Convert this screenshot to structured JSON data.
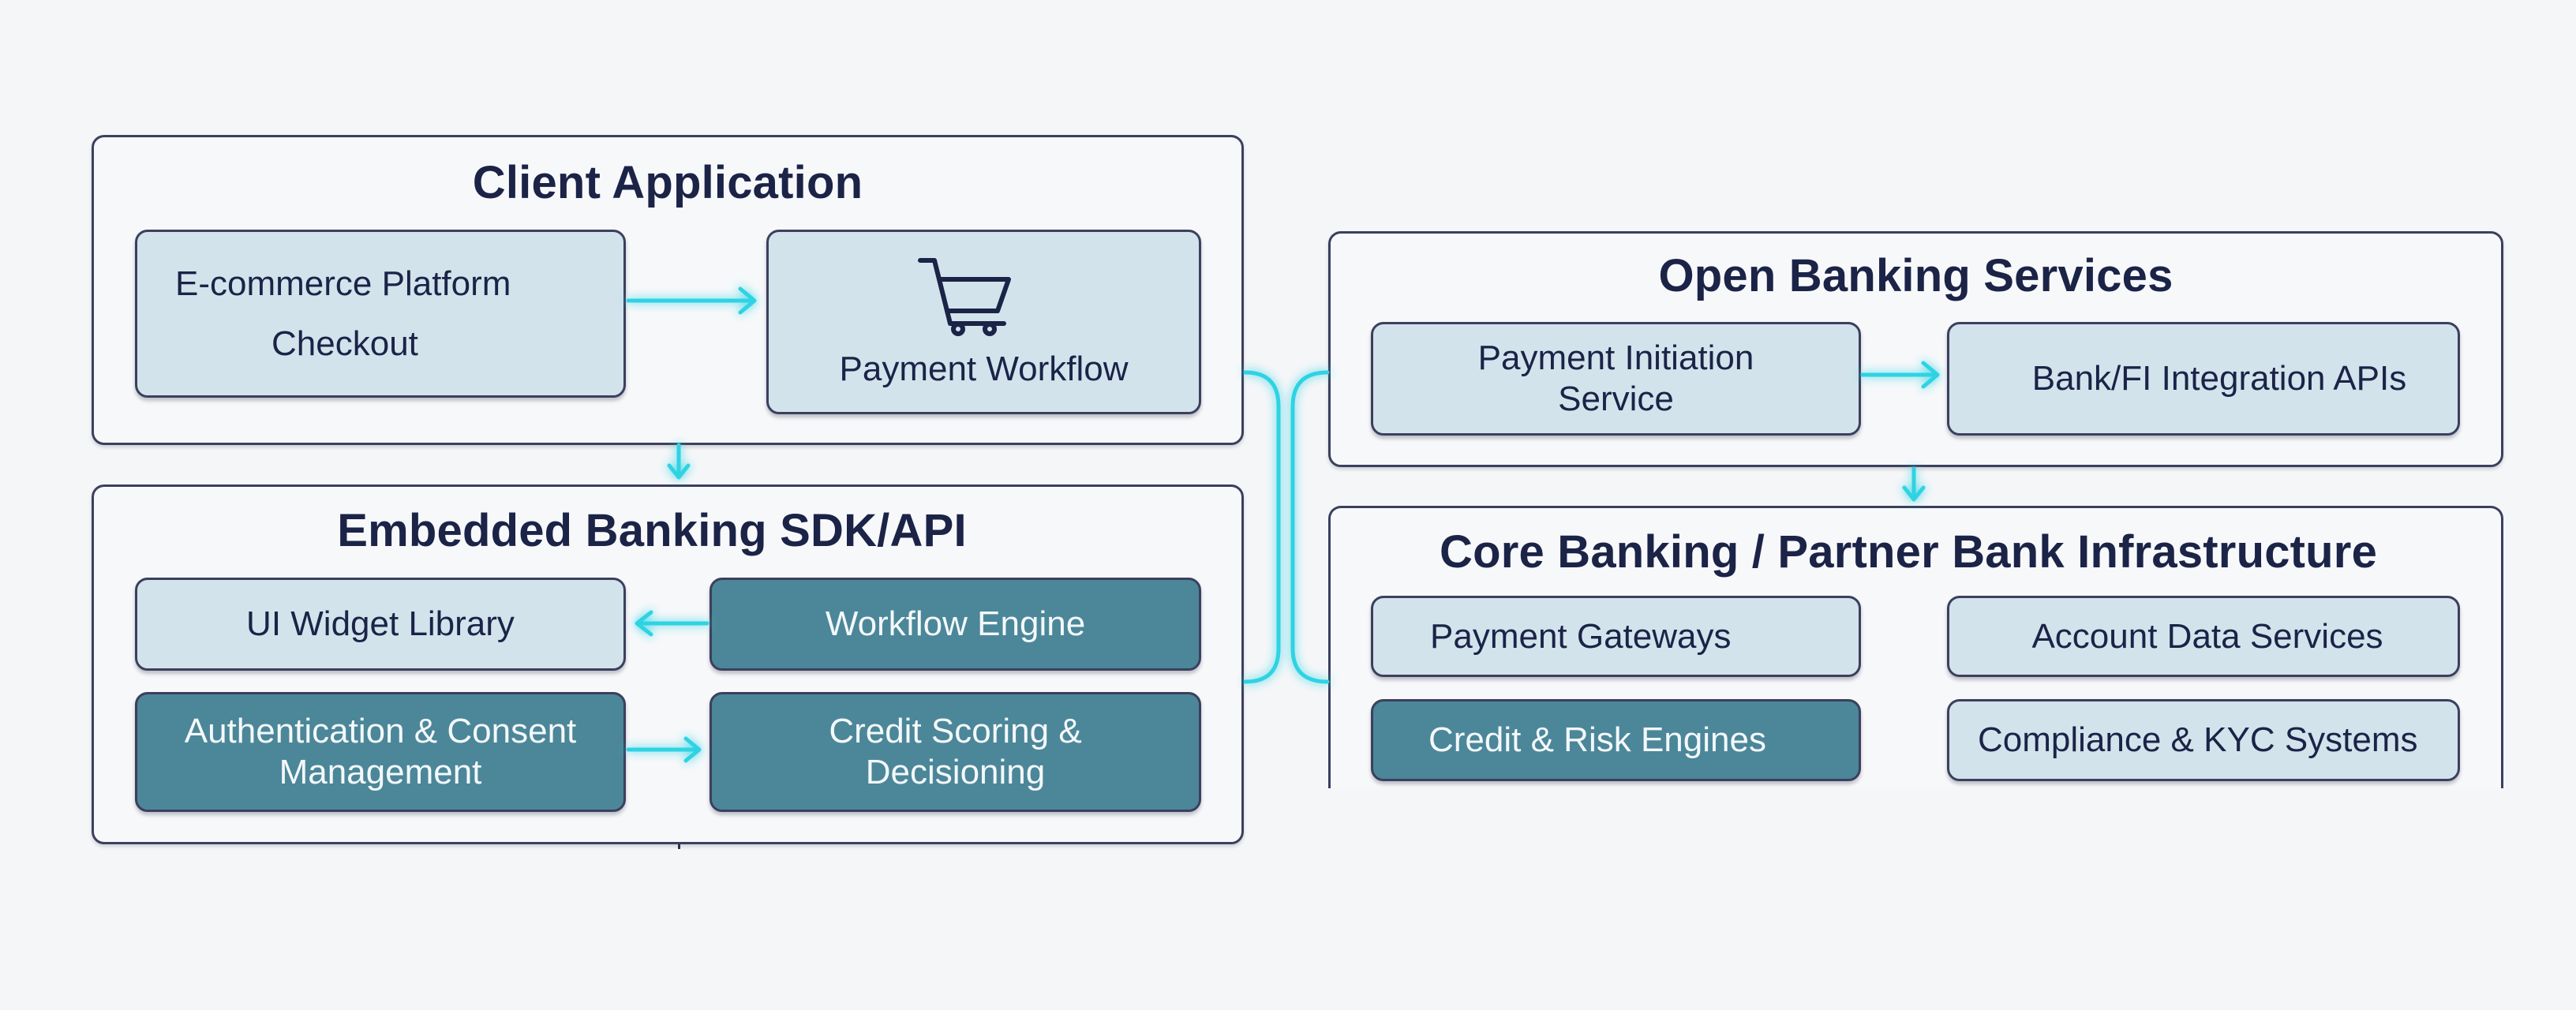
{
  "colors": {
    "background": "#f5f6f8",
    "panel_border": "#3b405e",
    "text_dark": "#1b2347",
    "box_light": "#d3e3ec",
    "box_dark": "#4b8799",
    "connector": "#2fd3e3"
  },
  "client_application": {
    "title": "Client Application",
    "boxes": [
      {
        "id": "ecommerce",
        "lines": [
          "E-commerce Platform",
          "Checkout"
        ],
        "style": "light"
      },
      {
        "id": "payment_workflow",
        "lines": [
          "Payment Workflow"
        ],
        "style": "light",
        "icon": "shopping-cart-icon"
      }
    ]
  },
  "embedded_banking": {
    "title": "Embedded Banking SDK/API",
    "boxes": [
      {
        "id": "ui_widget",
        "lines": [
          "UI Widget Library"
        ],
        "style": "light"
      },
      {
        "id": "workflow_engine",
        "lines": [
          "Workflow Engine"
        ],
        "style": "dark"
      },
      {
        "id": "auth_consent",
        "lines": [
          "Authentication & Consent",
          "Management"
        ],
        "style": "dark"
      },
      {
        "id": "credit_scoring",
        "lines": [
          "Credit Scoring &",
          "Decisioning"
        ],
        "style": "dark"
      }
    ]
  },
  "open_banking": {
    "title": "Open Banking Services",
    "boxes": [
      {
        "id": "payment_initiation",
        "lines": [
          "Payment Initiation",
          "Service"
        ],
        "style": "light"
      },
      {
        "id": "bank_fi_apis",
        "lines": [
          "Bank/FI Integration APIs"
        ],
        "style": "light"
      }
    ]
  },
  "core_banking": {
    "title": "Core Banking / Partner Bank Infrastructure",
    "boxes": [
      {
        "id": "payment_gateways",
        "lines": [
          "Payment Gateways"
        ],
        "style": "light"
      },
      {
        "id": "account_data",
        "lines": [
          "Account Data Services"
        ],
        "style": "light"
      },
      {
        "id": "credit_risk",
        "lines": [
          "Credit & Risk Engines"
        ],
        "style": "dark"
      },
      {
        "id": "compliance_kyc",
        "lines": [
          "Compliance & KYC Systems"
        ],
        "style": "light"
      }
    ]
  },
  "connections": [
    {
      "from": "E-commerce Platform Checkout",
      "to": "Payment Workflow",
      "direction": "right"
    },
    {
      "from": "Client Application",
      "to": "Embedded Banking SDK/API",
      "direction": "down"
    },
    {
      "from": "Workflow Engine",
      "to": "UI Widget Library",
      "direction": "left"
    },
    {
      "from": "Authentication & Consent Management",
      "to": "Credit Scoring & Decisioning",
      "direction": "right"
    },
    {
      "from": "Payment Initiation Service",
      "to": "Bank/FI Integration APIs",
      "direction": "right"
    },
    {
      "from": "Open Banking Services",
      "to": "Core Banking / Partner Bank Infrastructure",
      "direction": "down"
    },
    {
      "from": "Left column",
      "to": "Right column",
      "direction": "bracket-link"
    }
  ]
}
